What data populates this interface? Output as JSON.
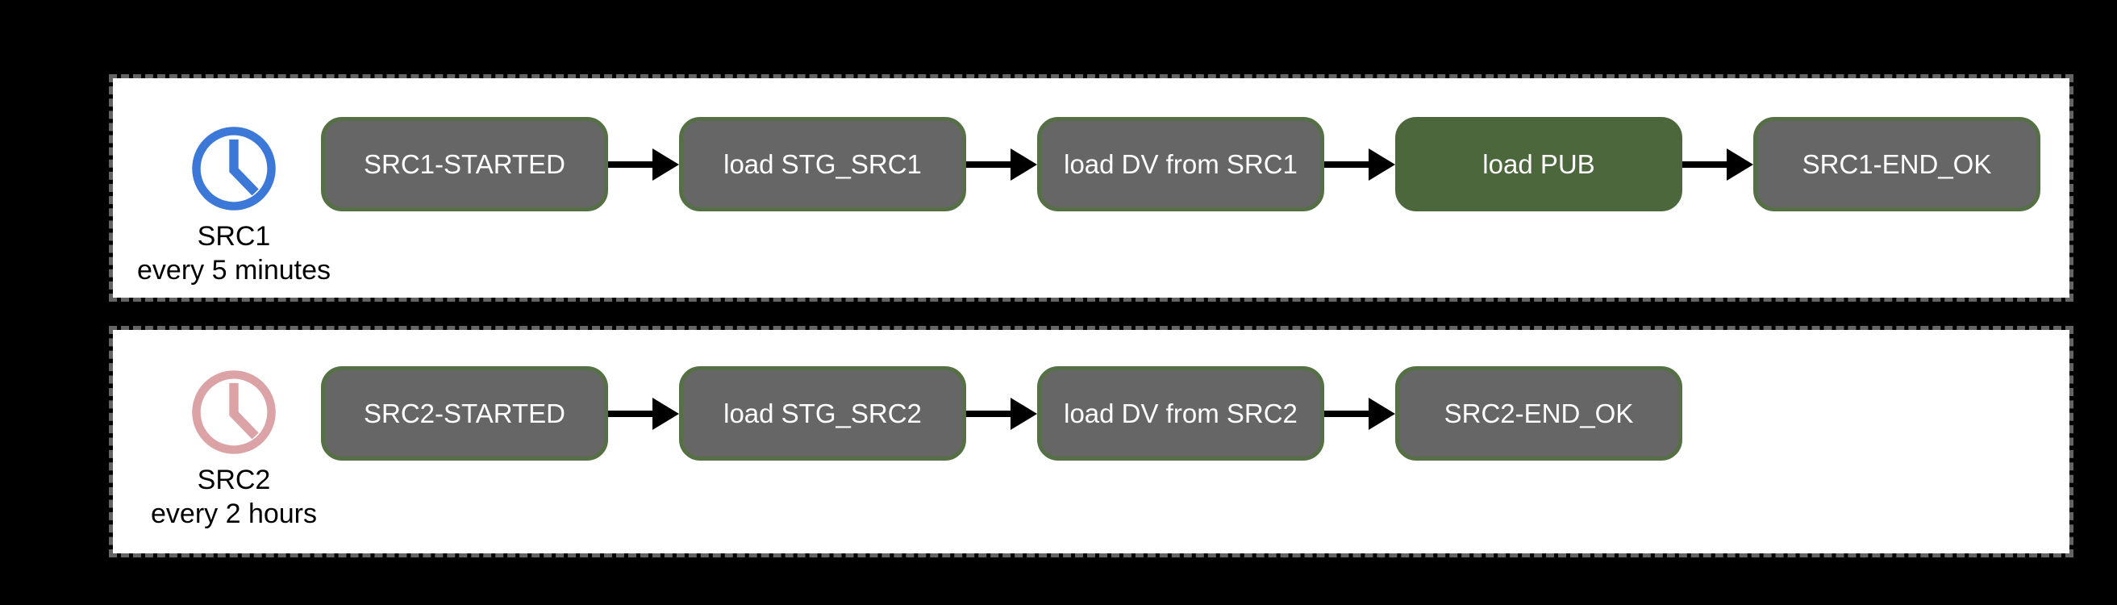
{
  "canvas": {
    "background": "#000000",
    "panel_background": "#ffffff",
    "panel_border_color": "#646464",
    "panel_border_style": "dashed"
  },
  "colors": {
    "node_fill": "#666666",
    "node_border": "#567045",
    "node_text": "#ffffff",
    "highlight_node_fill": "#4d673c",
    "arrow": "#000000",
    "clock_src1": "#3c78d8",
    "clock_src2": "#dca3a7",
    "label_text": "#000000"
  },
  "pipelines": [
    {
      "id": "src1",
      "trigger": {
        "icon": "clock-icon",
        "color": "#3c78d8",
        "name": "SRC1",
        "schedule": "every 5 minutes"
      },
      "nodes": [
        {
          "label": "SRC1-STARTED",
          "highlight": false
        },
        {
          "label": "load STG_SRC1",
          "highlight": false
        },
        {
          "label": "load DV from SRC1",
          "highlight": false
        },
        {
          "label": "load PUB",
          "highlight": true
        },
        {
          "label": "SRC1-END_OK",
          "highlight": false
        }
      ]
    },
    {
      "id": "src2",
      "trigger": {
        "icon": "clock-icon",
        "color": "#dca3a7",
        "name": "SRC2",
        "schedule": "every 2 hours"
      },
      "nodes": [
        {
          "label": "SRC2-STARTED",
          "highlight": false
        },
        {
          "label": "load STG_SRC2",
          "highlight": false
        },
        {
          "label": "load DV from SRC2",
          "highlight": false
        },
        {
          "label": "SRC2-END_OK",
          "highlight": false
        }
      ]
    }
  ]
}
